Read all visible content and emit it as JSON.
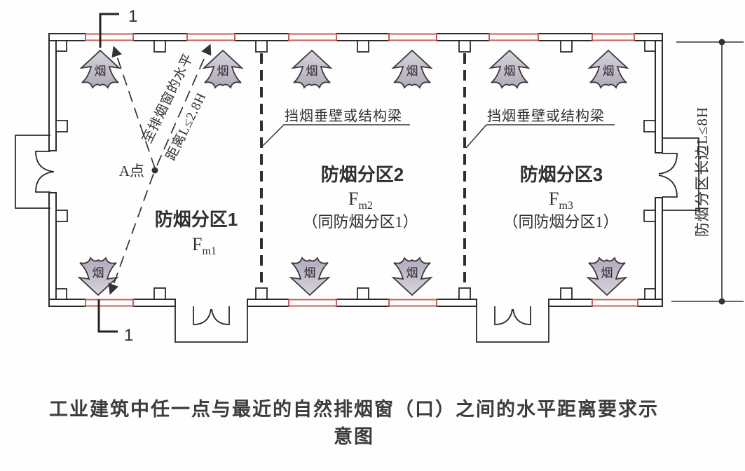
{
  "caption": "工业建筑中任一点与最近的自然排烟窗（口）之间的水平距离要求示意图",
  "labels": {
    "section_number": "1",
    "point_a": "A点",
    "distance_note_line1": "至排烟窗的水平",
    "distance_note_line2": "距离L≤2.8H",
    "smoke_curtain": "挡烟垂壁或结构梁",
    "right_dimension": "防烟分区长边L≤8H",
    "smoke": "烟"
  },
  "zones": [
    {
      "name": "防烟分区1",
      "area_symbol": "F",
      "area_subscript": "m1",
      "note": ""
    },
    {
      "name": "防烟分区2",
      "area_symbol": "F",
      "area_subscript": "m2",
      "note": "（同防烟分区1）"
    },
    {
      "name": "防烟分区3",
      "area_symbol": "F",
      "area_subscript": "m3",
      "note": "（同防烟分区1）"
    }
  ],
  "colors": {
    "wall_line": "#2b2b2b",
    "window_stroke": "#c75f55",
    "smoke_fill_light": "#d8d3dc",
    "smoke_fill_dark": "#b2a9bc",
    "text": "#333333"
  }
}
